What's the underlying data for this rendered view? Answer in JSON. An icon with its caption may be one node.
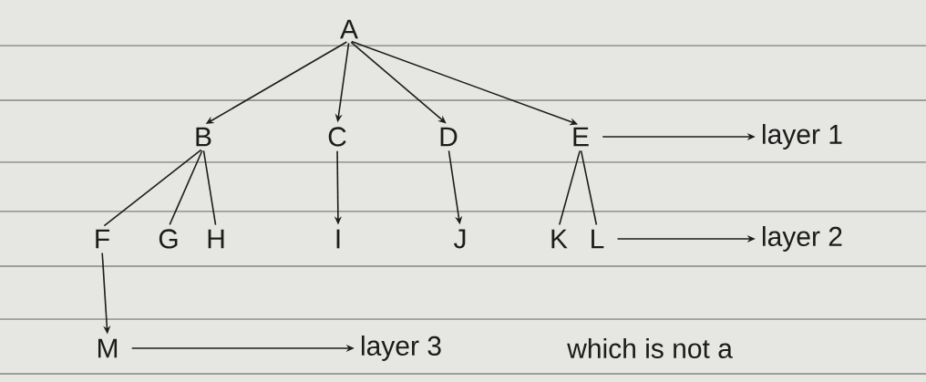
{
  "diagram": {
    "nodes": [
      {
        "text": [
          "A"
        ]
      },
      {
        "text": [
          "B"
        ]
      },
      {
        "text": [
          "C"
        ]
      },
      {
        "text": [
          "D"
        ]
      },
      {
        "text": [
          "E"
        ]
      },
      {
        "text": [
          "layer 1"
        ]
      },
      {
        "text": [
          "F"
        ]
      },
      {
        "text": [
          "G"
        ]
      },
      {
        "text": [
          "H"
        ]
      },
      {
        "text": [
          "I"
        ]
      },
      {
        "text": [
          "J"
        ]
      },
      {
        "text": [
          "K"
        ]
      },
      {
        "text": [
          "L"
        ]
      },
      {
        "text": [
          "layer 2"
        ]
      },
      {
        "text": [
          "M"
        ]
      },
      {
        "text": [
          "layer 3"
        ]
      }
    ],
    "edges": [
      {
        "from": 0,
        "to": 1,
        "arrow": "to"
      },
      {
        "from": 0,
        "to": 2,
        "arrow": "to"
      },
      {
        "from": 0,
        "to": 3,
        "arrow": "to"
      },
      {
        "from": 0,
        "to": 4,
        "arrow": "to"
      },
      {
        "from": 4,
        "to": 5,
        "arrow": "to"
      },
      {
        "from": 1,
        "to": 6,
        "arrow": "none"
      },
      {
        "from": 1,
        "to": 7,
        "arrow": "none"
      },
      {
        "from": 1,
        "to": 8,
        "arrow": "none"
      },
      {
        "from": 2,
        "to": 9,
        "arrow": "to"
      },
      {
        "from": 3,
        "to": 10,
        "arrow": "to"
      },
      {
        "from": 4,
        "to": 11,
        "arrow": "none"
      },
      {
        "from": 4,
        "to": 12,
        "arrow": "none"
      },
      {
        "from": 12,
        "to": 13,
        "arrow": "to"
      },
      {
        "from": 6,
        "to": 14,
        "arrow": "to"
      },
      {
        "from": 14,
        "to": 15,
        "arrow": "to"
      }
    ],
    "labels": [
      "which is not a"
    ]
  }
}
